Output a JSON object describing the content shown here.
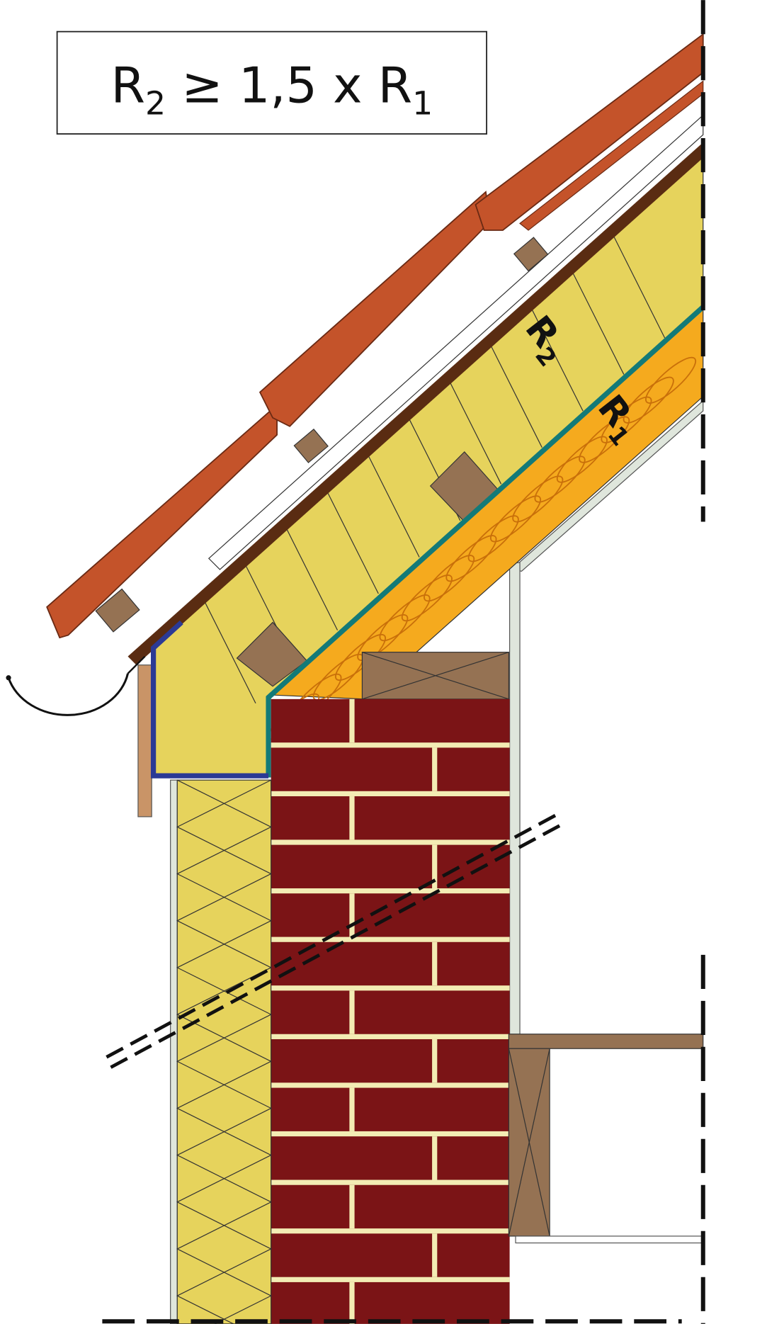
{
  "formula": {
    "lhs": "R",
    "lhs_sub": "2",
    "op": " ≥ 1,5 x R",
    "rhs_sub": "1"
  },
  "labels": {
    "r2": {
      "main": "R",
      "sub": "2"
    },
    "r1": {
      "main": "R",
      "sub": "1"
    }
  },
  "colors": {
    "tile": "#c4532a",
    "underlay": "#5a2c12",
    "insulation_r2": "#e6d35c",
    "insulation_r1": "#f5aa1e",
    "vapour_barrier": "#137a78",
    "brick": "#7b1416",
    "mortar": "#f3ecb4",
    "timber": "#957253",
    "bracket": "#2b3a95"
  }
}
